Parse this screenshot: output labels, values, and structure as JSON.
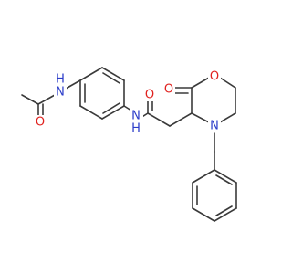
{
  "molecule": {
    "colors": {
      "bond": "#3a3a3a",
      "nitrogen": "#2b3cc9",
      "oxygen": "#e0211e",
      "background": "#ffffff"
    },
    "atoms": {
      "amide_n_left": {
        "text": "N",
        "h_text": "H",
        "element": "N"
      },
      "amide_o_left": {
        "text": "O",
        "element": "O"
      },
      "amide_n_right": {
        "text": "N",
        "h_text": "H",
        "element": "N"
      },
      "amide_o_right": {
        "text": "O",
        "element": "O"
      },
      "lactone_carbonyl_o": {
        "text": "O",
        "element": "O"
      },
      "ring_o": {
        "text": "O",
        "element": "O"
      },
      "ring_n": {
        "text": "N",
        "element": "N"
      }
    }
  }
}
